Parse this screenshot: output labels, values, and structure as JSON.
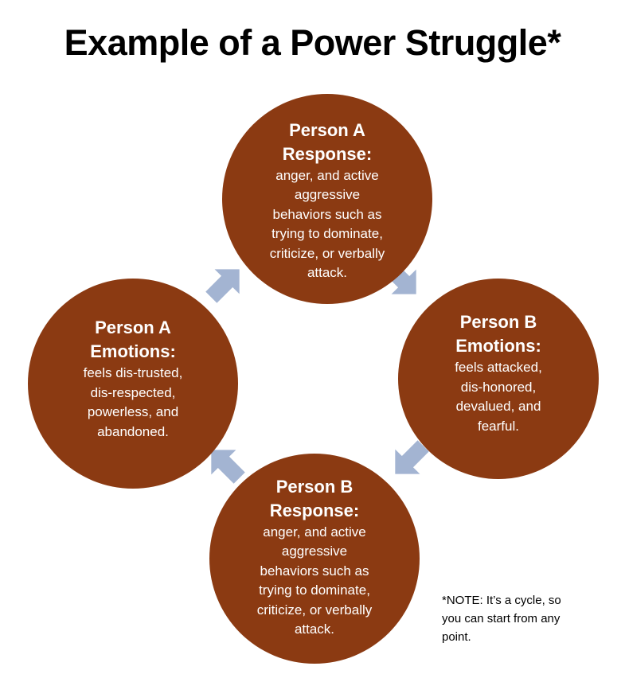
{
  "title": "Example of a Power Struggle*",
  "cycle": {
    "node_color": "#8b3a12",
    "arrow_color": "#a3b4d2",
    "nodes": {
      "person_a_response": {
        "heading_line1": "Person A",
        "heading_line2": "Response:",
        "body": [
          "anger, and active",
          "aggressive",
          "behaviors such as",
          "trying to dominate,",
          "criticize, or verbally",
          "attack."
        ]
      },
      "person_b_emotions": {
        "heading_line1": "Person B",
        "heading_line2": "Emotions:",
        "body": [
          "feels attacked,",
          "dis-honored,",
          "devalued, and",
          "fearful."
        ]
      },
      "person_b_response": {
        "heading_line1": "Person B",
        "heading_line2": "Response:",
        "body": [
          "anger, and active",
          "aggressive",
          "behaviors such as",
          "trying to dominate,",
          "criticize, or verbally",
          "attack."
        ]
      },
      "person_a_emotions": {
        "heading_line1": "Person A",
        "heading_line2": "Emotions:",
        "body": [
          "feels dis-trusted,",
          "dis-respected,",
          "powerless, and",
          "abandoned."
        ]
      }
    }
  },
  "note": [
    "*NOTE:  It’s a cycle, so",
    "you can start from any",
    "point."
  ]
}
